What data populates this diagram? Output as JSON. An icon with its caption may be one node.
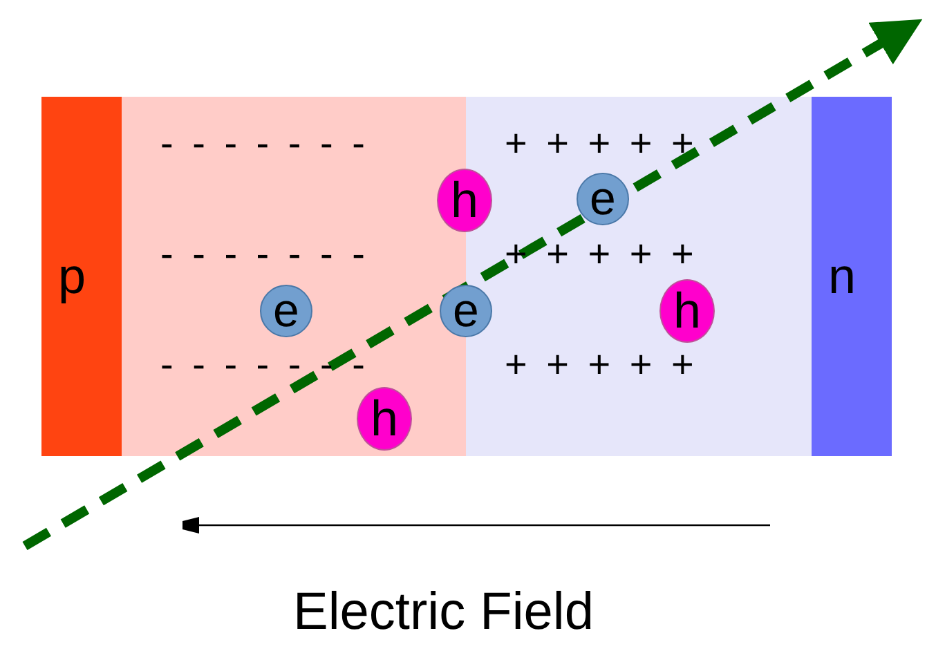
{
  "diagram": {
    "nodes": [
      {
        "text": [
          "p"
        ]
      },
      {
        "text": [
          "- - - - - - -",
          "- - - - - - -",
          "- - - - - - -"
        ]
      },
      {
        "text": [
          "+ + + + +",
          "+ + + + +",
          "+ + + + +"
        ]
      },
      {
        "text": [
          "n"
        ]
      },
      {
        "text": [
          "e"
        ],
        "in": 2
      },
      {
        "text": [
          "h"
        ]
      },
      {
        "text": [
          "h"
        ],
        "in": 2
      },
      {
        "text": [
          "e"
        ],
        "in": 1
      },
      {
        "text": [
          "e"
        ]
      },
      {
        "text": [
          "h"
        ],
        "in": 1
      }
    ],
    "edges": [],
    "labels": [
      "Electric Field"
    ]
  }
}
